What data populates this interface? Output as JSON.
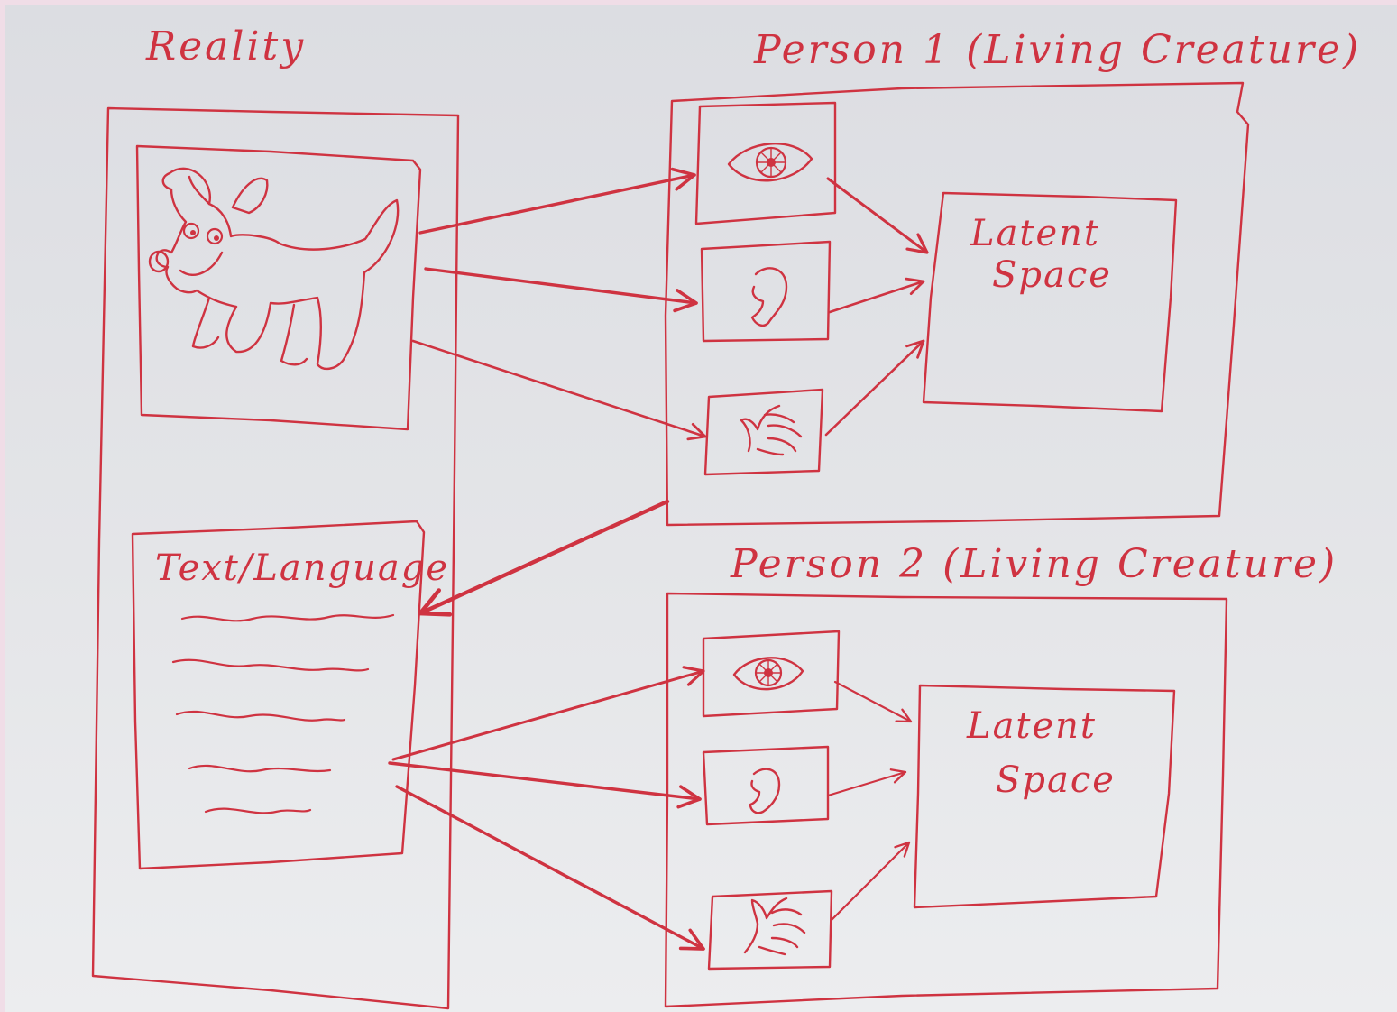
{
  "diagram": {
    "ink_color": "#cf3341",
    "paper_color": "#e4e5e8",
    "reality": {
      "title": "Reality",
      "text_panel_title": "Text/Language",
      "depicts": [
        "dog-drawing",
        "text-lines"
      ]
    },
    "person1": {
      "title": "Person 1 (Living Creature)",
      "senses": [
        "eye-icon",
        "ear-icon",
        "hand-icon"
      ],
      "latent_label_line1": "Latent",
      "latent_label_line2": "Space"
    },
    "person2": {
      "title": "Person 2 (Living Creature)",
      "senses": [
        "eye-icon",
        "ear-icon",
        "hand-icon"
      ],
      "latent_label_line1": "Latent",
      "latent_label_line2": "Space"
    }
  }
}
